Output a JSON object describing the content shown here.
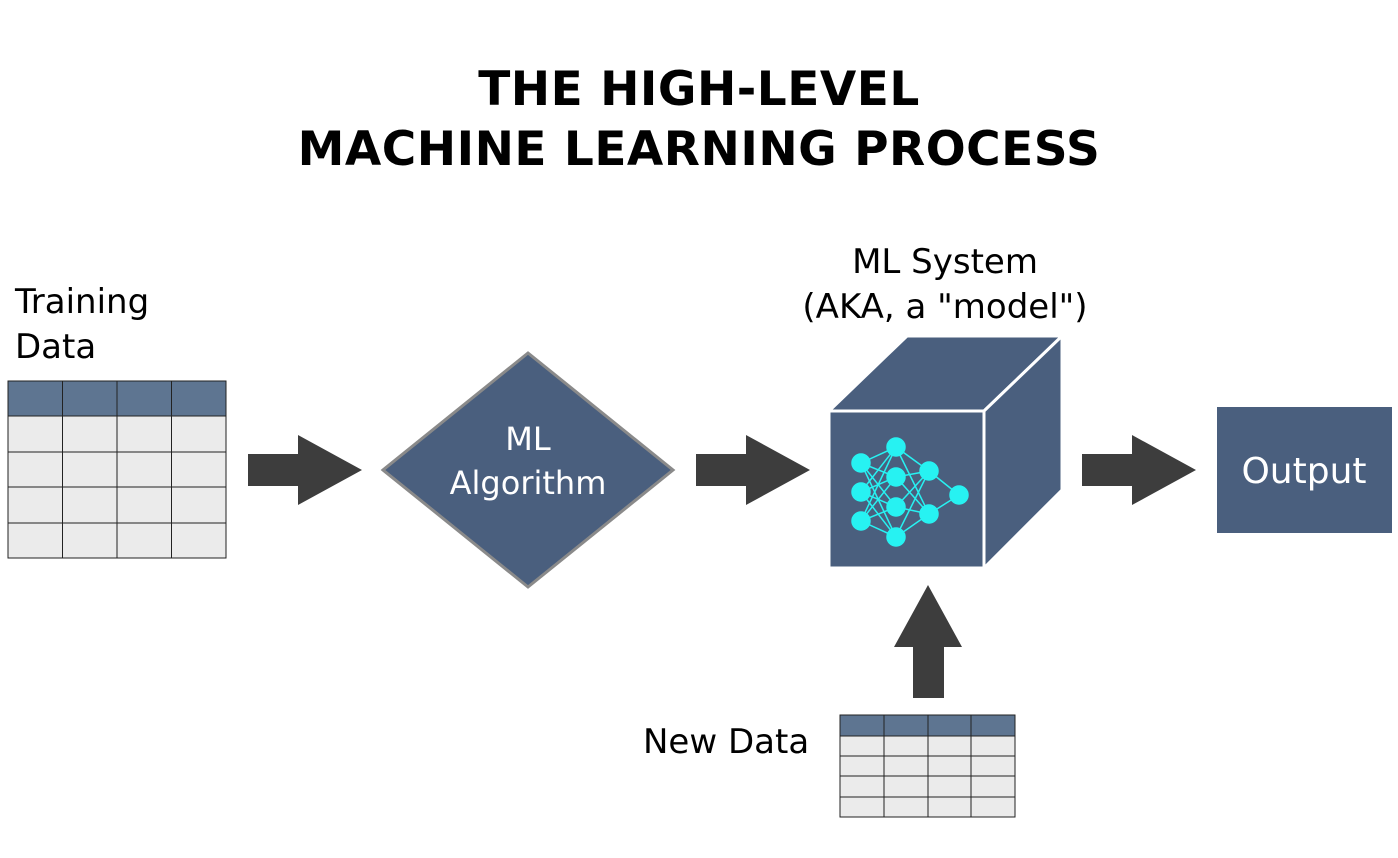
{
  "title": {
    "line1": "THE HIGH-LEVEL",
    "line2": "MACHINE LEARNING PROCESS"
  },
  "training_data": {
    "label_line1": "Training",
    "label_line2": "Data"
  },
  "algorithm": {
    "line1": "ML",
    "line2": "Algorithm"
  },
  "system": {
    "label_line1": "ML System",
    "label_line2": "(AKA, a \"model\")",
    "icon": "neural-network-icon"
  },
  "output": {
    "label": "Output"
  },
  "new_data": {
    "label": "New Data"
  },
  "colors": {
    "node_fill": "#4a5f7e",
    "table_header": "#5e7591",
    "table_cell": "#ebebeb",
    "arrow": "#3d3d3d",
    "network": "#27f2f2"
  }
}
